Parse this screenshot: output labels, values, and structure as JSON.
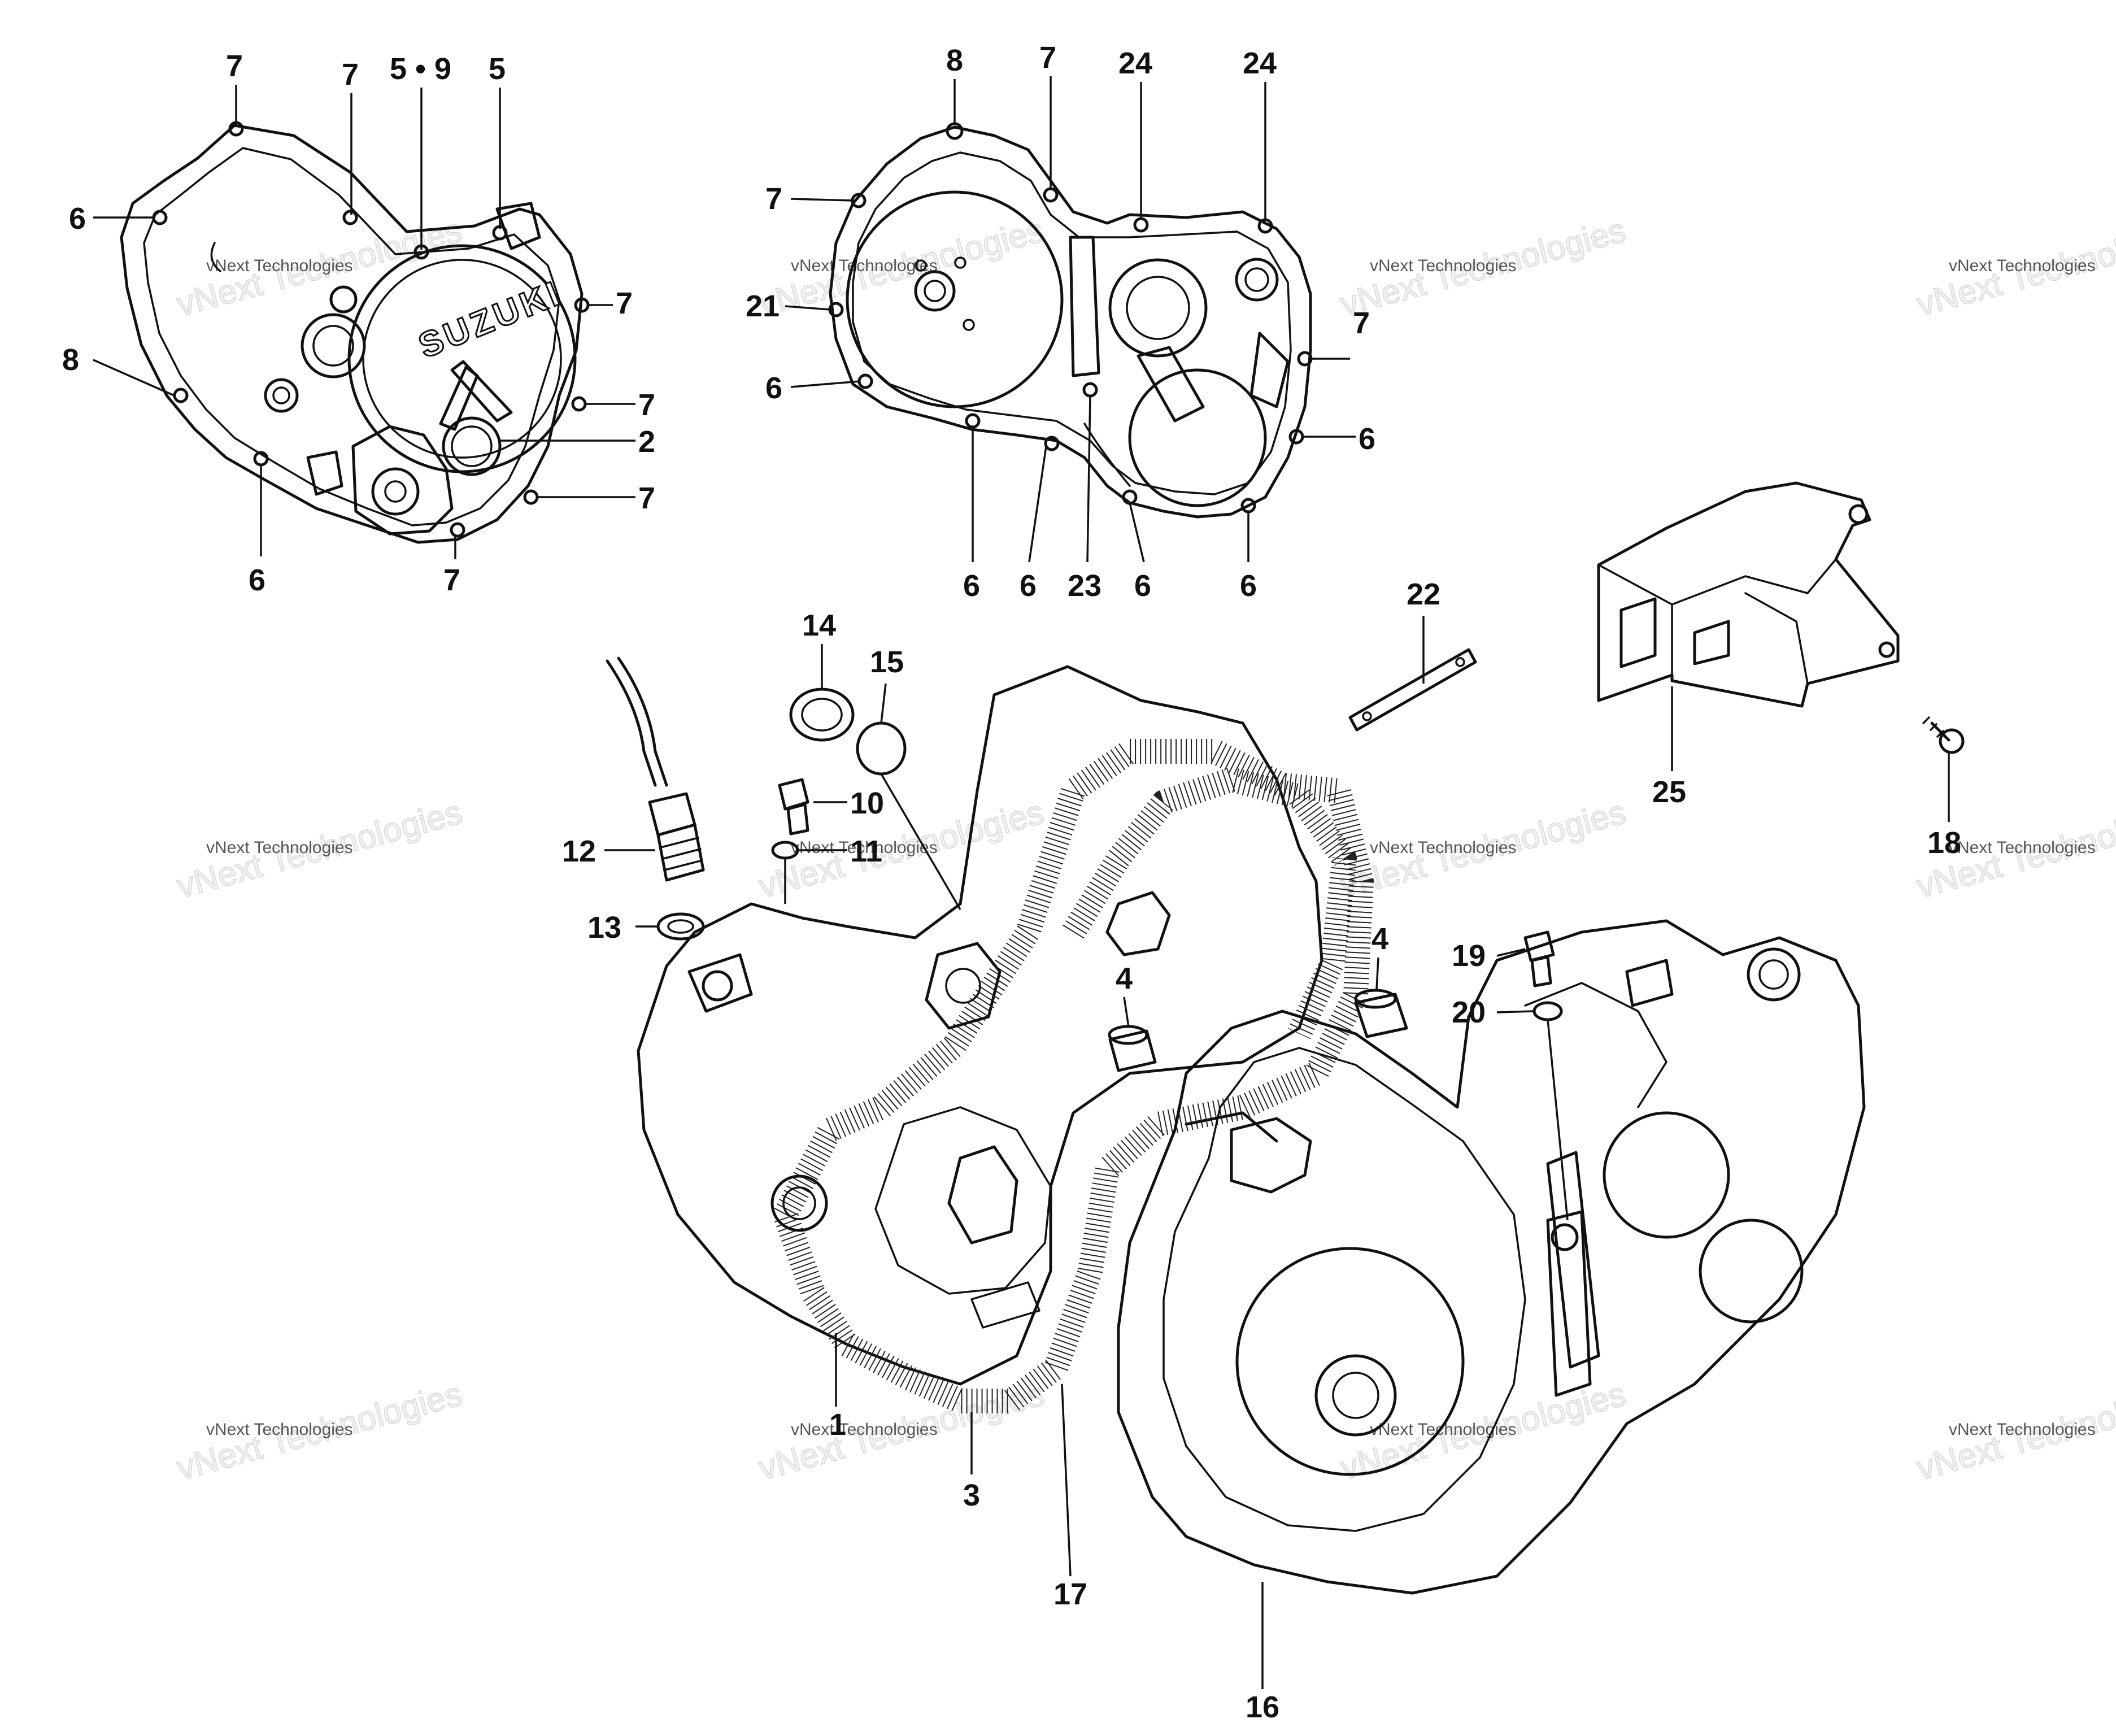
{
  "diagram": {
    "brand_label": "SUZUKI",
    "watermark_small": "vNext Technologies",
    "watermark_large": "vNext Technologies",
    "callouts": {
      "c1": "7",
      "c2": "7",
      "c3": "5 • 9",
      "c4": "5",
      "c5": "6",
      "c6": "7",
      "c7": "8",
      "c8": "7",
      "c9": "2",
      "c10": "7",
      "c11": "6",
      "c12": "7",
      "c13": "8",
      "c14": "7",
      "c15": "24",
      "c16": "24",
      "c17": "7",
      "c18": "21",
      "c19": "7",
      "c20": "6",
      "c21": "6",
      "c22": "6",
      "c23": "6",
      "c24": "23",
      "c25": "6",
      "c26": "6",
      "c27": "14",
      "c28": "15",
      "c29": "10",
      "c30": "11",
      "c31": "12",
      "c32": "13",
      "c33": "22",
      "c34": "25",
      "c35": "18",
      "c36": "4",
      "c37": "4",
      "c38": "19",
      "c39": "20",
      "c40": "1",
      "c41": "3",
      "c42": "17",
      "c43": "16"
    }
  }
}
